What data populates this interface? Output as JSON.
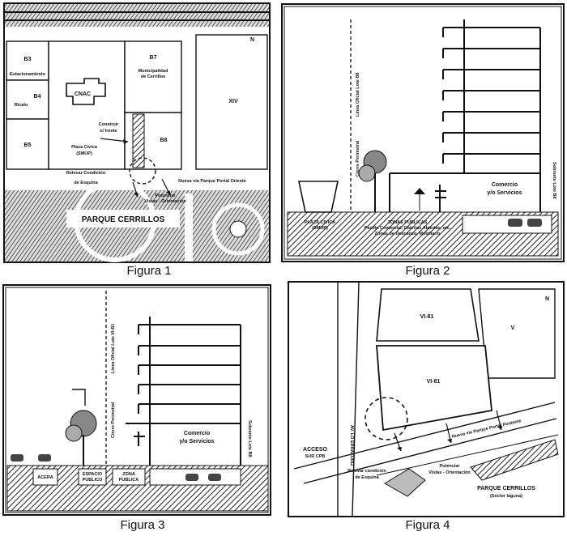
{
  "figures": [
    {
      "caption": "Figura 1",
      "labels": {
        "b3": "B3",
        "b3_sub": "Estacionamiento",
        "b4": "B4",
        "b4_sub": "Ricalo",
        "b5": "B5",
        "cnac": "CNAC",
        "b7": "B7",
        "b7_sub1": "Municipalidad",
        "b7_sub2": "de Cerrillos",
        "xiv": "XIV",
        "b8": "B8",
        "construir1": "Construir",
        "construir2": "el frente",
        "plaza1": "Plaza Cívica",
        "plaza2": "(SMUP)",
        "relevar1": "Relevar Condición",
        "relevar2": "de Esquina",
        "potenciar1": "Potenciar",
        "potenciar2": "Vistas - Orientación",
        "nueva_via": "Nueva vía Parque Portal Oriente",
        "parque": "PARQUE CERRILLOS",
        "north": "N"
      }
    },
    {
      "caption": "Figura 2",
      "labels": {
        "linea_oficial": "Línea Oficial Lote B8",
        "cierre": "Cierre Perimetral",
        "comercio1": "Comercio",
        "comercio2": "y/o Servicios",
        "plaza1": "PLAZA CIVICA",
        "plaza2": "(SMUP)",
        "zonas1": "ZONAS PUBLICAS",
        "zonas2": "Pasillo Comercial, Galerías Abiertas, etc.",
        "zonas3": "Zonas de Descanso, Mobiliario",
        "vertical": "Sobrante Lote B8"
      }
    },
    {
      "caption": "Figura 3",
      "labels": {
        "linea_oficial": "Línea Oficial Lote VI-B1",
        "cierre": "Cierre Perimetral",
        "comercio1": "Comercio",
        "comercio2": "y/o Servicios",
        "acera": "ACERA",
        "espacio1": "ESPACIO",
        "espacio2": "PUBLICO",
        "zona1": "ZONA",
        "zona2": "PUBLICA",
        "vertical": "Sobrante Lote B8"
      }
    },
    {
      "caption": "Figura 4",
      "labels": {
        "vi81_top": "VI-81",
        "v": "V",
        "vi81": "VI-81",
        "av": "AV. LO ERRAZURIZ",
        "acceso1": "ACCESO",
        "acceso2": "SUR CPB",
        "nueva_via": "Nueva vía Parque Portal Poniente",
        "relevar1": "Relevar condición",
        "relevar2": "de Esquina",
        "potenciar1": "Potenciar",
        "potenciar2": "Vistas - Orientación",
        "parque1": "PARQUE CERRILLOS",
        "parque2": "(Sector laguna)",
        "north": "N"
      }
    }
  ]
}
